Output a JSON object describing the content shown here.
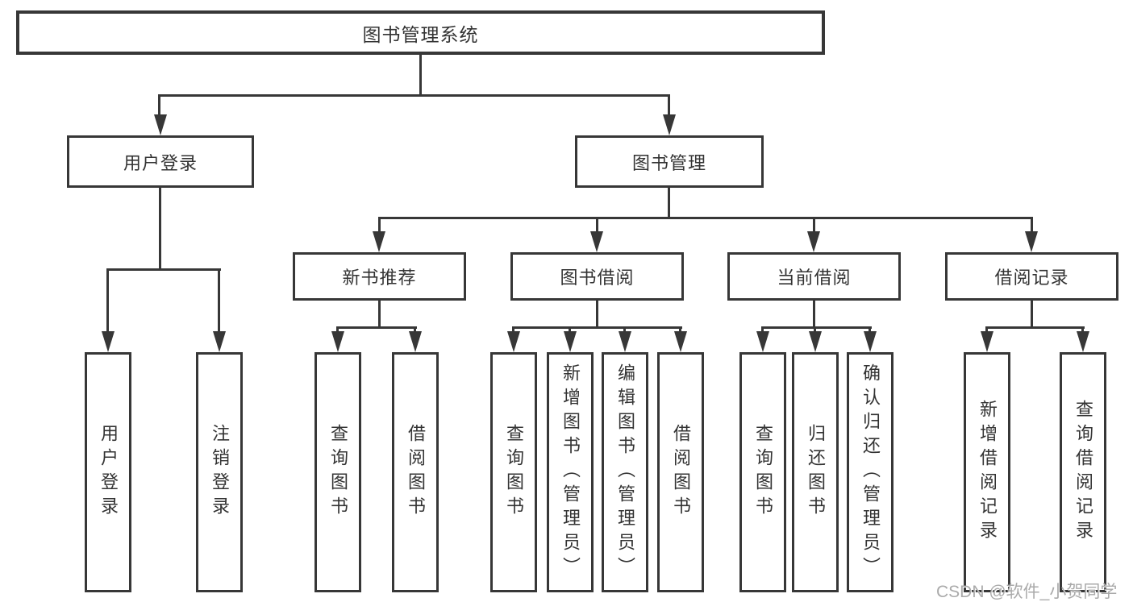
{
  "colors": {
    "line": "#373737",
    "text": "#333333",
    "background": "#ffffff",
    "watermark": "#a5a5a5"
  },
  "watermark": {
    "text": "CSDN @软件_小贺同学"
  },
  "diagram": {
    "type": "tree",
    "root": {
      "label": "图书管理系统"
    },
    "branches": [
      {
        "label": "用户登录",
        "children": [
          {
            "label": "用户登录"
          },
          {
            "label": "注销登录"
          }
        ]
      },
      {
        "label": "图书管理",
        "children": [
          {
            "label": "新书推荐",
            "children": [
              {
                "label": "查询图书"
              },
              {
                "label": "借阅图书"
              }
            ]
          },
          {
            "label": "图书借阅",
            "children": [
              {
                "label": "查询图书"
              },
              {
                "label": "新增图书（管理员）"
              },
              {
                "label": "编辑图书（管理员）"
              },
              {
                "label": "借阅图书"
              }
            ]
          },
          {
            "label": "当前借阅",
            "children": [
              {
                "label": "查询图书"
              },
              {
                "label": "归还图书"
              },
              {
                "label": "确认归还（管理员）"
              }
            ]
          },
          {
            "label": "借阅记录",
            "children": [
              {
                "label": "新增借阅记录"
              },
              {
                "label": "查询借阅记录"
              }
            ]
          }
        ]
      }
    ]
  }
}
